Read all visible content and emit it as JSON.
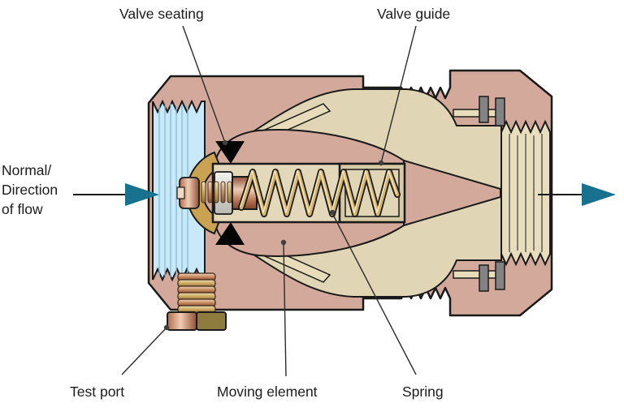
{
  "labels": {
    "valve_seating": "Valve seating",
    "valve_guide": "Valve guide",
    "flow_line1": "Normal/",
    "flow_line2": "Direction",
    "flow_line3": "of flow",
    "test_port": "Test port",
    "moving_element": "Moving element",
    "spring": "Spring"
  },
  "colors": {
    "body_pink": "#d2a99b",
    "internal_tan": "#e0d5b4",
    "chamber_tan": "#e3d8ba",
    "thread_tan": "#e8debd",
    "inlet_blue": "#c9e9f8",
    "arrow_teal": "#17718f",
    "seat_gold": "#c9a352",
    "brass_olive": "#8e7c3e",
    "spring_gold": "#d6b46c",
    "seal_gray": "#838383",
    "outline_black": "#1a1a1a",
    "background": "#ffffff"
  },
  "arrows": {
    "inlet_direction": "right",
    "outlet_direction": "right"
  }
}
